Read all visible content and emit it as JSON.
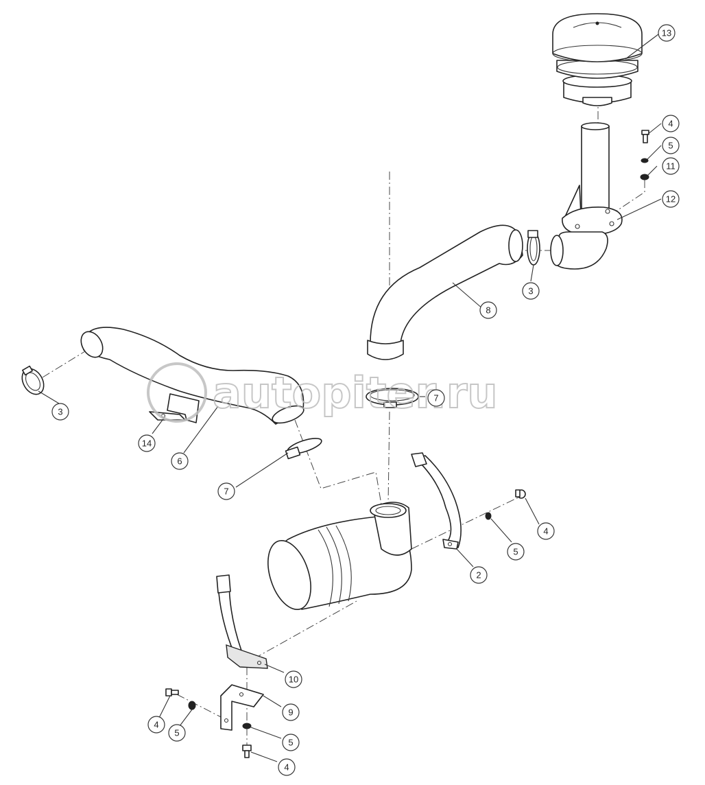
{
  "watermark": {
    "text": "autopiter.ru"
  },
  "callouts": [
    {
      "id": "c13",
      "label": "13"
    },
    {
      "id": "c4a",
      "label": "4"
    },
    {
      "id": "c5a",
      "label": "5"
    },
    {
      "id": "c11",
      "label": "11"
    },
    {
      "id": "c12",
      "label": "12"
    },
    {
      "id": "c3a",
      "label": "3"
    },
    {
      "id": "c8",
      "label": "8"
    },
    {
      "id": "c3b",
      "label": "3"
    },
    {
      "id": "c14",
      "label": "14"
    },
    {
      "id": "c6",
      "label": "6"
    },
    {
      "id": "c7a",
      "label": "7"
    },
    {
      "id": "c7b",
      "label": "7"
    },
    {
      "id": "c4b",
      "label": "4"
    },
    {
      "id": "c5b",
      "label": "5"
    },
    {
      "id": "c2",
      "label": "2"
    },
    {
      "id": "c10",
      "label": "10"
    },
    {
      "id": "c9",
      "label": "9"
    },
    {
      "id": "c4c",
      "label": "4"
    },
    {
      "id": "c5c",
      "label": "5"
    },
    {
      "id": "c5d",
      "label": "5"
    },
    {
      "id": "c4d",
      "label": "4"
    }
  ]
}
